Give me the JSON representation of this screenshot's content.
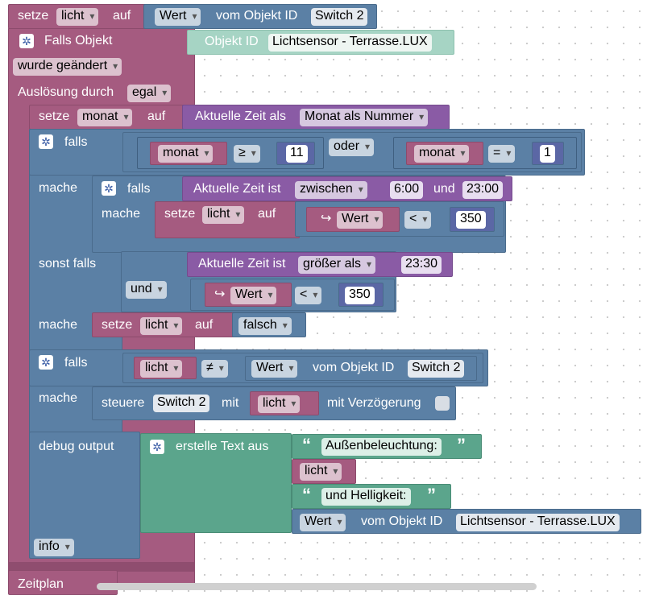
{
  "main_block": {
    "setze": "setze",
    "var_licht": "licht",
    "auf": "auf",
    "wert": "Wert",
    "vom_objekt_id": "vom Objekt ID",
    "switch2": "Switch 2"
  },
  "trigger": {
    "falls_objekt": "Falls Objekt",
    "objekt_id": "Objekt ID",
    "sensor": "Lichtsensor - Terrasse.LUX",
    "wurde_geaendert": "wurde geändert",
    "ausloesung_durch": "Auslösung durch",
    "egal": "egal"
  },
  "setze_monat": {
    "setze": "setze",
    "var": "monat",
    "auf": "auf",
    "aktuelle_zeit_als": "Aktuelle Zeit als",
    "monat_als_nummer": "Monat als Nummer"
  },
  "if1": {
    "falls": "falls",
    "monat1": "monat",
    "op1": "≥",
    "n1": "11",
    "oder": "oder",
    "monat2": "monat",
    "op2": "=",
    "n2": "1",
    "mache": "mache",
    "inner_falls": "falls",
    "aktuelle_zeit_ist": "Aktuelle Zeit ist",
    "zwischen": "zwischen",
    "t1": "6:00",
    "und": "und",
    "t2": "23:00",
    "inner_mache": "mache",
    "setze": "setze",
    "licht": "licht",
    "auf": "auf",
    "arrow": "↪",
    "wert": "Wert",
    "lt": "<",
    "val": "350",
    "sonst_falls": "sonst falls",
    "und2": "und",
    "zeit_ist2": "Aktuelle Zeit ist",
    "groesser_als": "größer als",
    "t3": "23:30",
    "arrow2": "↪",
    "wert2": "Wert",
    "lt2": "<",
    "val2": "350",
    "mache2": "mache",
    "setze2": "setze",
    "licht2": "licht",
    "auf2": "auf",
    "falsch": "falsch"
  },
  "if2": {
    "falls": "falls",
    "licht": "licht",
    "neq": "≠",
    "wert": "Wert",
    "vom_objekt_id": "vom Objekt ID",
    "switch2": "Switch 2",
    "mache": "mache",
    "steuere": "steuere",
    "switch2b": "Switch 2",
    "mit": "mit",
    "licht2": "licht",
    "mit_verzoegerung": "mit Verzögerung"
  },
  "debug": {
    "debug_output": "debug output",
    "erstelle_text_aus": "erstelle Text aus",
    "q_open": "“",
    "q_close": "”",
    "str1": "Außenbeleuchtung:",
    "licht": "licht",
    "str2": "und Helligkeit:",
    "wert": "Wert",
    "vom_objekt_id": "vom Objekt ID",
    "sensor": "Lichtsensor - Terrasse.LUX",
    "level": "info"
  },
  "footer": {
    "zeitplan": "Zeitplan"
  },
  "icons": {
    "gear": "gear-icon",
    "arrow": "return-arrow-icon"
  },
  "colors": {
    "variables": "#a55b80",
    "logic": "#5b80a5",
    "time": "#8a5ba5",
    "text": "#5ba58c",
    "objekt_id": "#a6d4c4"
  }
}
